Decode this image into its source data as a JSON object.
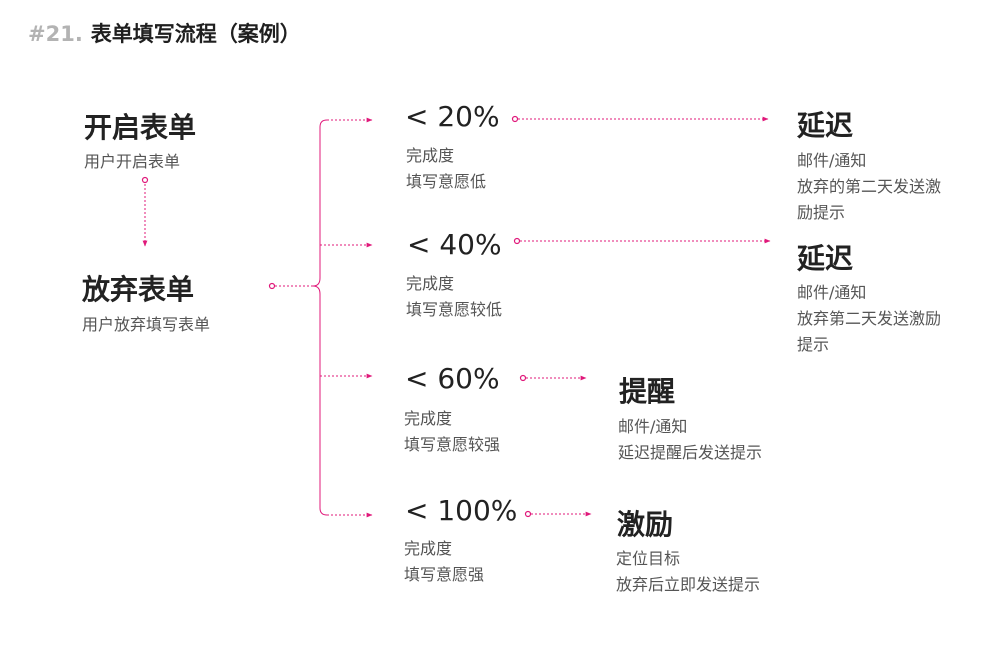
{
  "title": {
    "number": "#21.",
    "text": "表单填写流程（案例）"
  },
  "accent_color": "#e0187a",
  "start": {
    "open": {
      "heading": "开启表单",
      "desc": "用户开启表单"
    },
    "abandon": {
      "heading": "放弃表单",
      "desc": "用户放弃填写表单"
    }
  },
  "branches": [
    {
      "threshold": "< 20%",
      "desc": [
        "完成度",
        "填写意愿低"
      ],
      "action": {
        "heading": "延迟",
        "lines": [
          "邮件/通知",
          "放弃的第二天发送激",
          "励提示"
        ]
      }
    },
    {
      "threshold": "< 40%",
      "desc": [
        "完成度",
        "填写意愿较低"
      ],
      "action": {
        "heading": "延迟",
        "lines": [
          "邮件/通知",
          "放弃第二天发送激励",
          "提示"
        ]
      }
    },
    {
      "threshold": "< 60%",
      "desc": [
        "完成度",
        "填写意愿较强"
      ],
      "action": {
        "heading": "提醒",
        "lines": [
          "邮件/通知",
          "延迟提醒后发送提示"
        ]
      }
    },
    {
      "threshold": "< 100%",
      "desc": [
        "完成度",
        "填写意愿强"
      ],
      "action": {
        "heading": "激励",
        "lines": [
          "定位目标",
          "放弃后立即发送提示"
        ]
      }
    }
  ]
}
